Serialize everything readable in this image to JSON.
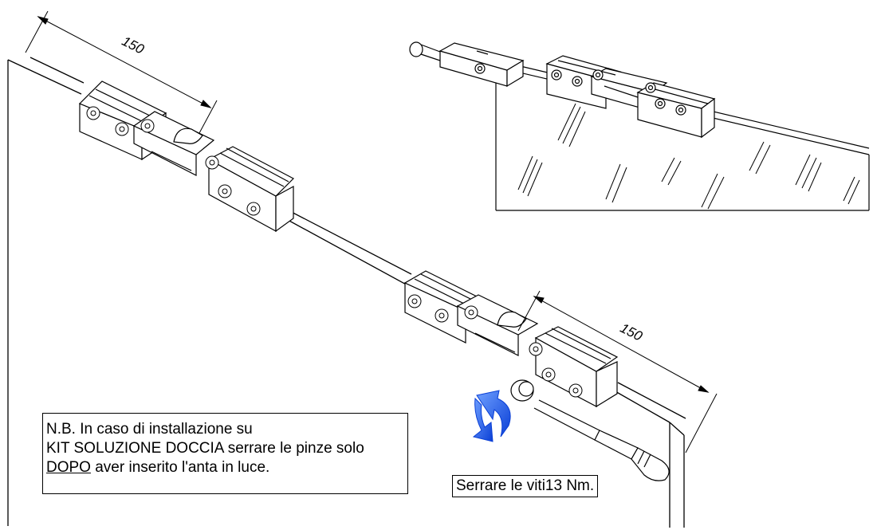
{
  "dimensions": {
    "top_left": "150",
    "bottom_right": "150"
  },
  "note": {
    "line1": "N.B. In caso di installazione su",
    "line2": "KIT SOLUZIONE DOCCIA serrare le pinze solo",
    "line3_underlined": "DOPO",
    "line3_rest": " aver inserito l'anta in luce."
  },
  "torque_label": "Serrare le viti13 Nm.",
  "colors": {
    "arrow": "#1a56e0",
    "line": "#000000",
    "background": "#ffffff"
  },
  "icons": [
    "rotation-arrow-icon"
  ]
}
